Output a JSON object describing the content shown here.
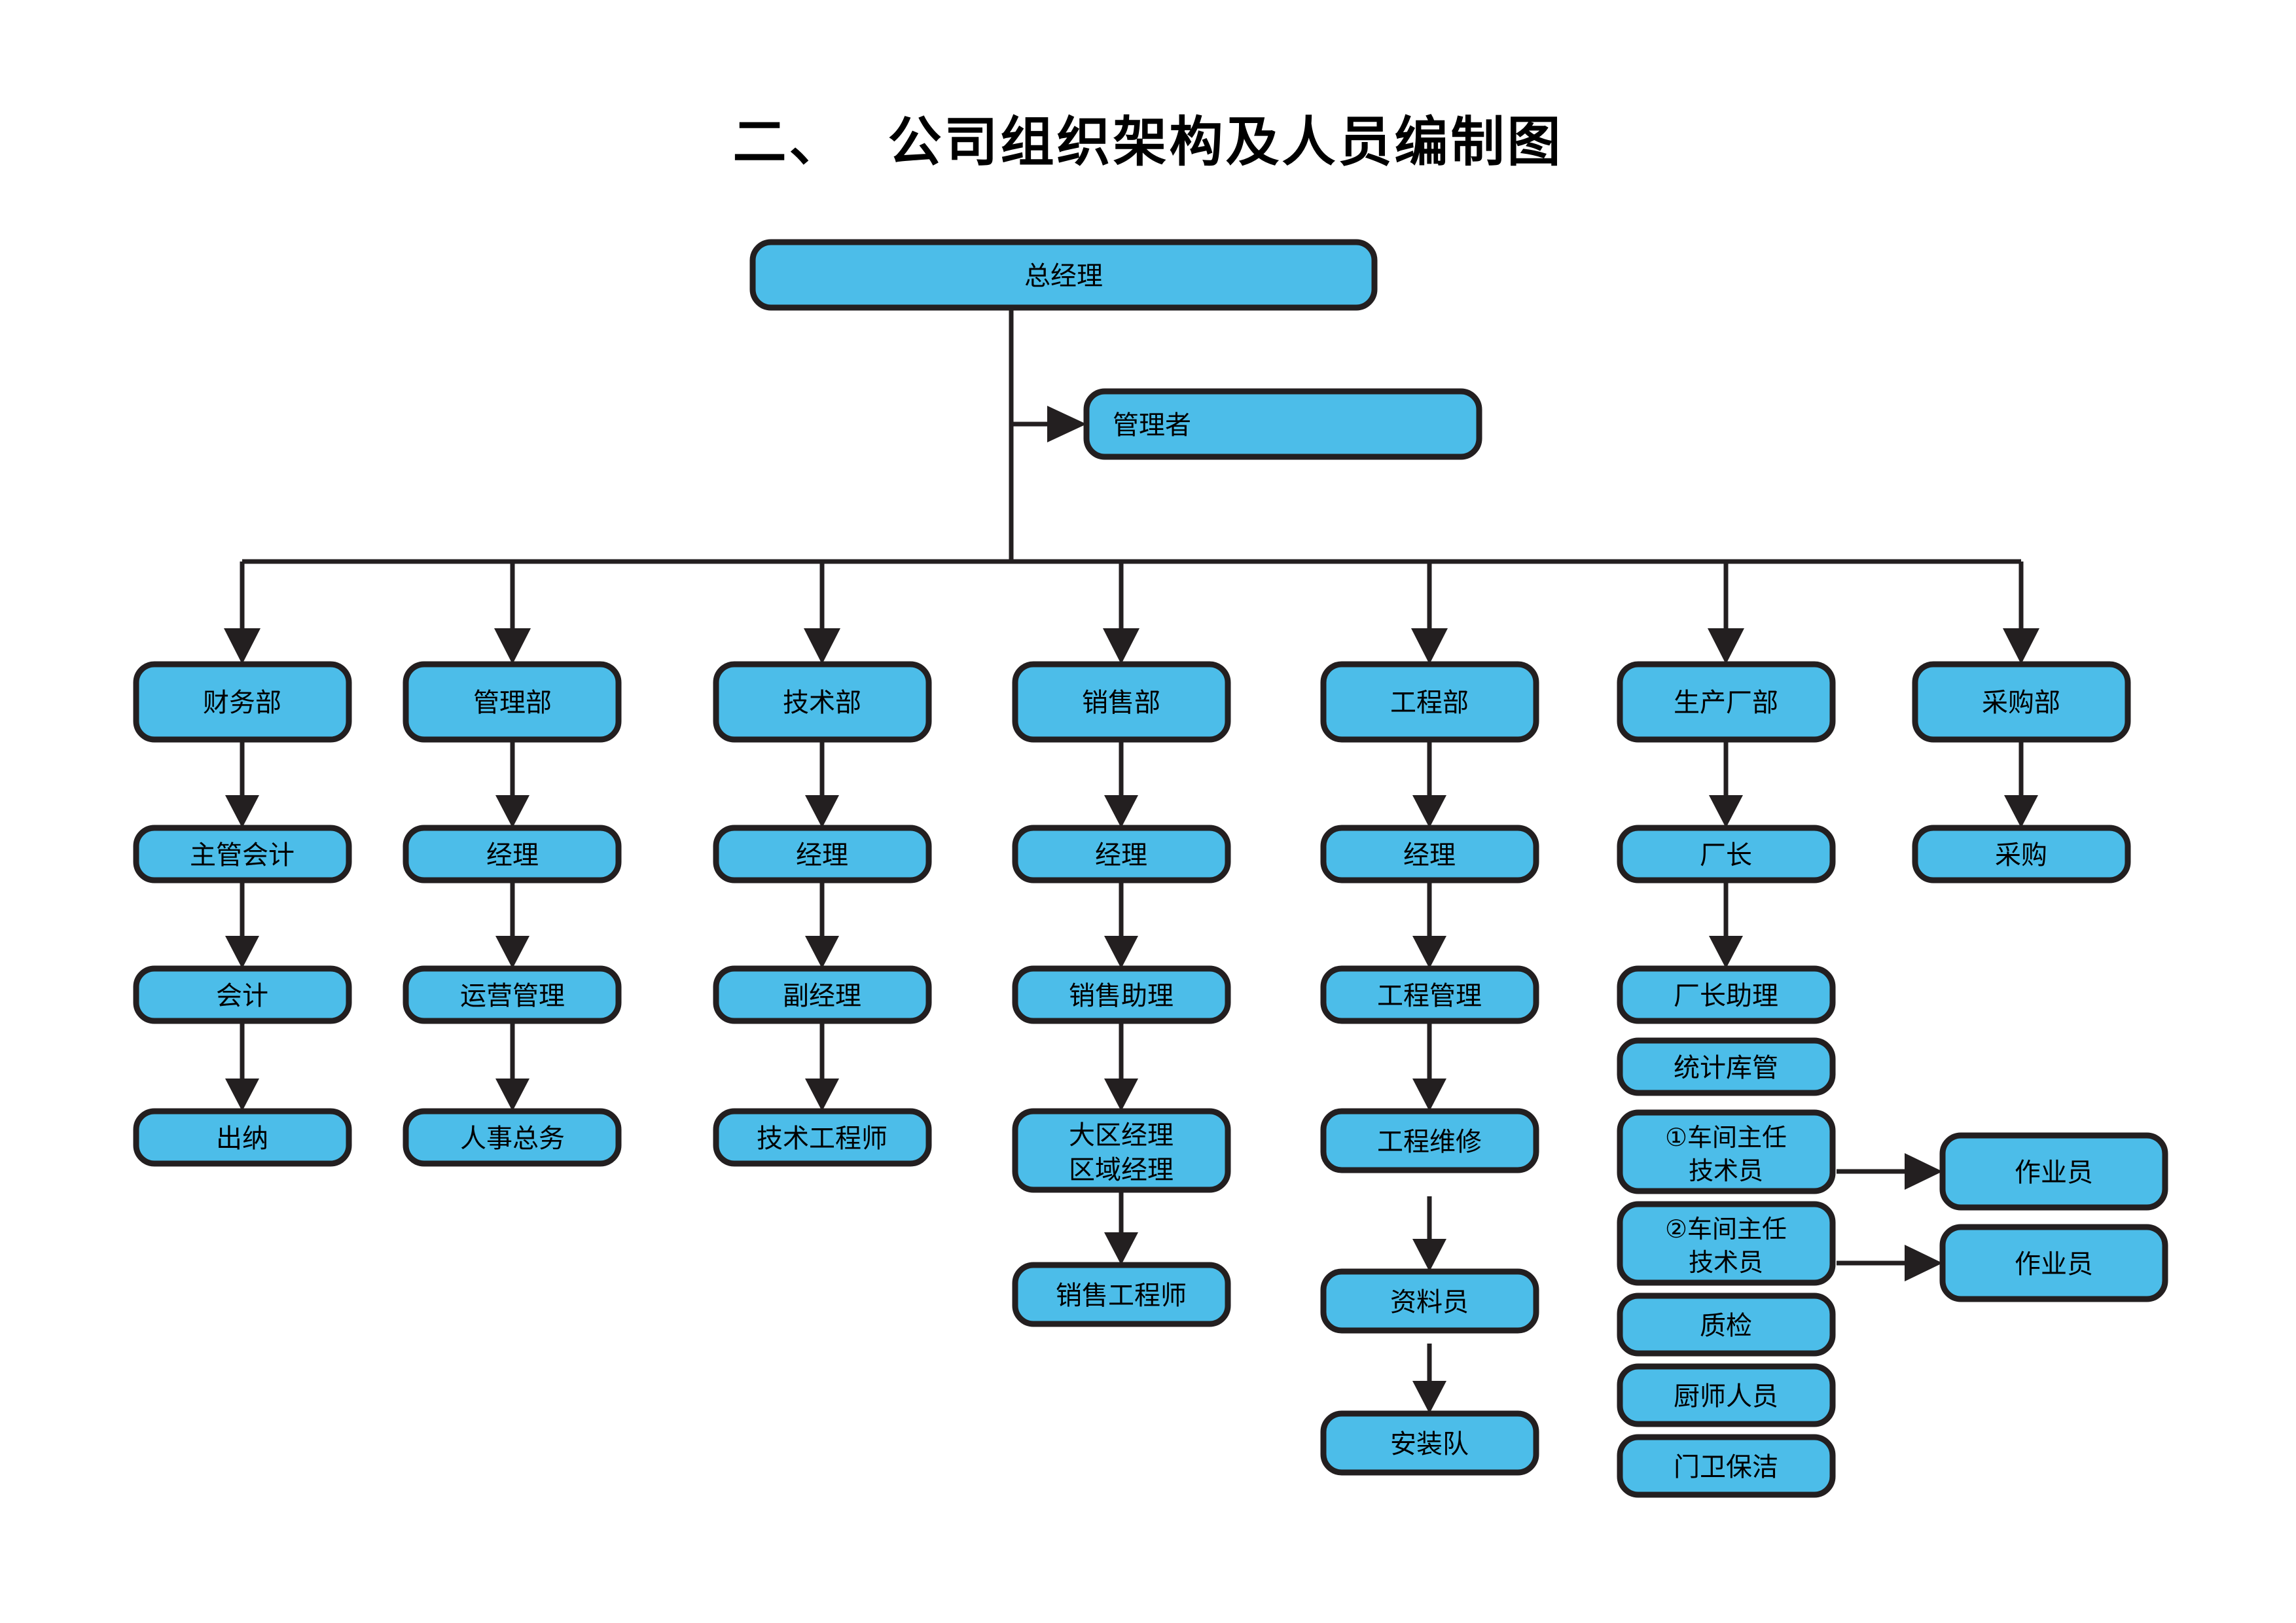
{
  "page": {
    "title": "二、  公司组织架构及人员编制图",
    "background_color": "#ffffff",
    "node_fill_color": "#4cbde9",
    "node_border_color": "#231f20",
    "connector_color": "#231f20"
  },
  "chart_data": {
    "type": "diagram",
    "title": "二、  公司组织架构及人员编制图",
    "root": "总经理",
    "staff_node": "管理者",
    "departments": [
      {
        "name": "财务部",
        "chain": [
          "主管会计",
          "会计",
          "出纳"
        ]
      },
      {
        "name": "管理部",
        "chain": [
          "经理",
          "运营管理",
          "人事总务"
        ]
      },
      {
        "name": "技术部",
        "chain": [
          "经理",
          "副经理",
          "技术工程师"
        ]
      },
      {
        "name": "销售部",
        "chain": [
          "经理",
          "销售助理",
          "大区经理\n区域经理",
          "销售工程师"
        ]
      },
      {
        "name": "工程部",
        "chain": [
          "经理",
          "工程管理",
          "工程维修",
          "资料员",
          "安装队"
        ]
      },
      {
        "name": "生产厂部",
        "chain": [
          "厂长",
          "厂长助理",
          "统计库管",
          "①车间主任\n技术员",
          "②车间主任\n技术员",
          "质检",
          "厨师人员",
          "门卫保洁"
        ]
      },
      {
        "name": "采购部",
        "chain": [
          "采购"
        ]
      }
    ],
    "side_nodes": [
      "作业员",
      "作业员"
    ],
    "edges": [
      {
        "from": "总经理",
        "to": "管理者",
        "style": "arrow"
      },
      {
        "from": "总经理",
        "to": "财务部",
        "style": "arrow"
      },
      {
        "from": "总经理",
        "to": "管理部",
        "style": "arrow"
      },
      {
        "from": "总经理",
        "to": "技术部",
        "style": "arrow"
      },
      {
        "from": "总经理",
        "to": "销售部",
        "style": "arrow"
      },
      {
        "from": "总经理",
        "to": "工程部",
        "style": "arrow"
      },
      {
        "from": "总经理",
        "to": "生产厂部",
        "style": "arrow"
      },
      {
        "from": "总经理",
        "to": "采购部",
        "style": "arrow"
      },
      {
        "from": "①车间主任 技术员",
        "to": "作业员",
        "style": "arrow"
      },
      {
        "from": "②车间主任 技术员",
        "to": "作业员",
        "style": "arrow"
      }
    ]
  },
  "nodes": {
    "general_manager": "总经理",
    "manager": "管理者",
    "dept_finance": "财务部",
    "dept_admin": "管理部",
    "dept_tech": "技术部",
    "dept_sales": "销售部",
    "dept_engineering": "工程部",
    "dept_factory": "生产厂部",
    "dept_purchasing": "采购部",
    "fin_1": "主管会计",
    "fin_2": "会计",
    "fin_3": "出纳",
    "adm_1": "经理",
    "adm_2": "运营管理",
    "adm_3": "人事总务",
    "tec_1": "经理",
    "tec_2": "副经理",
    "tec_3": "技术工程师",
    "sal_1": "经理",
    "sal_2": "销售助理",
    "sal_3_line1": "大区经理",
    "sal_3_line2": "区域经理",
    "sal_4": "销售工程师",
    "eng_1": "经理",
    "eng_2": "工程管理",
    "eng_3": "工程维修",
    "eng_4": "资料员",
    "eng_5": "安装队",
    "fac_1": "厂长",
    "fac_2": "厂长助理",
    "fac_3": "统计库管",
    "fac_4_line1": "①车间主任",
    "fac_4_line2": "技术员",
    "fac_5_line1": "②车间主任",
    "fac_5_line2": "技术员",
    "fac_6": "质检",
    "fac_7": "厨师人员",
    "fac_8": "门卫保洁",
    "pur_1": "采购",
    "worker_1": "作业员",
    "worker_2": "作业员"
  }
}
